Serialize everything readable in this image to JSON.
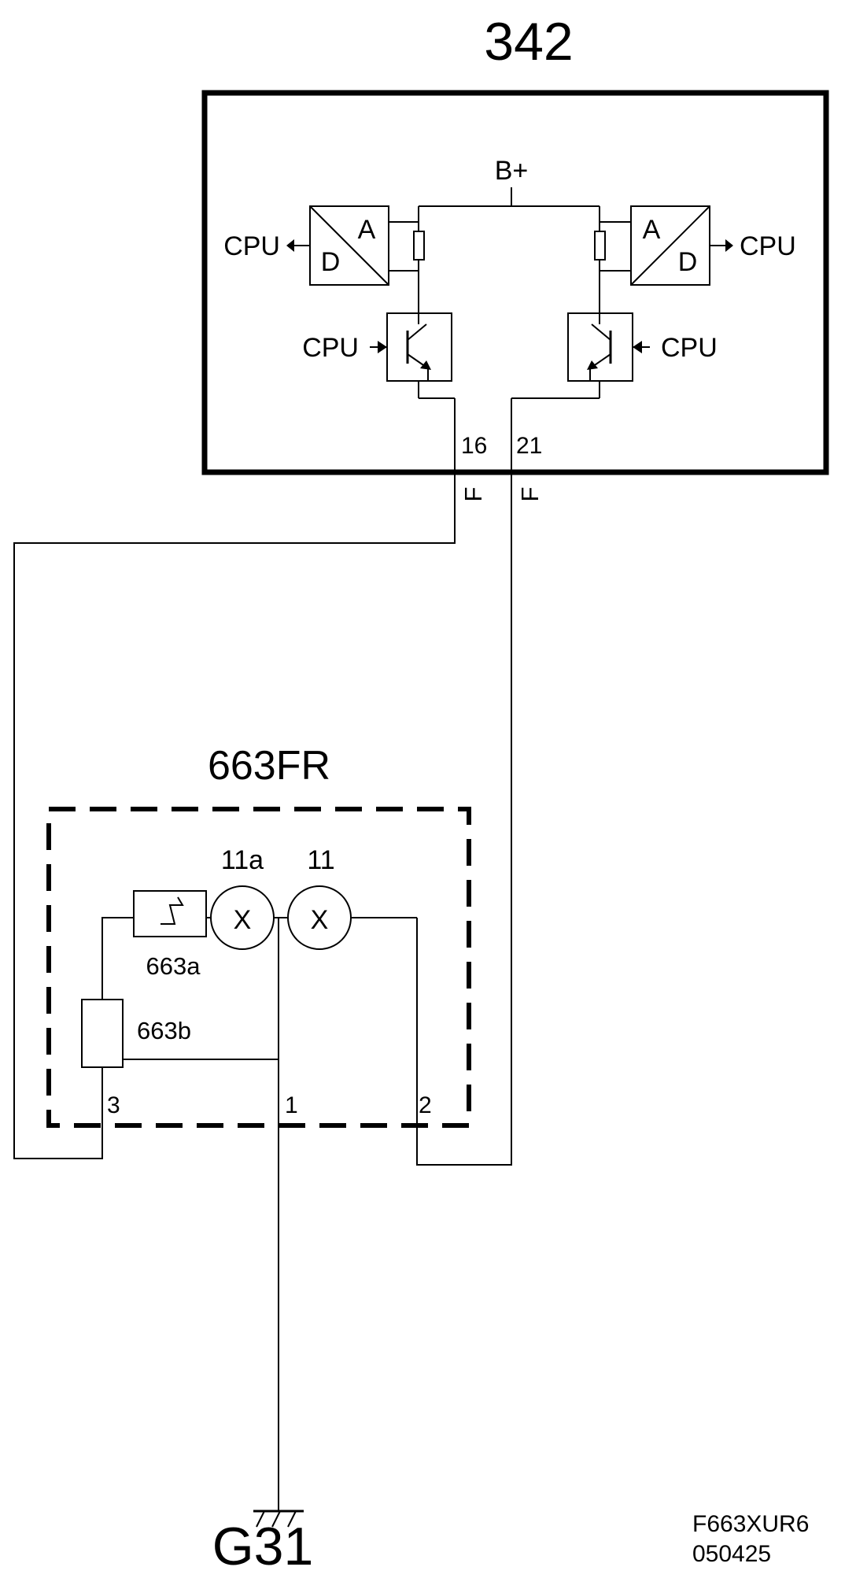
{
  "diagram": {
    "module_342": {
      "title": "342",
      "supply_label": "B+",
      "adc_left": {
        "a": "A",
        "d": "D",
        "output": "CPU"
      },
      "adc_right": {
        "a": "A",
        "d": "D",
        "output": "CPU"
      },
      "driver_left_input": "CPU",
      "driver_right_input": "CPU",
      "pin_left": "16",
      "pin_right": "21",
      "wire_code_left": "F",
      "wire_code_right": "F"
    },
    "module_663fr": {
      "title": "663FR",
      "lamp_11a_label": "11a",
      "lamp_11_label": "11",
      "lamp_symbol": "X",
      "part_663a": "663a",
      "part_663b": "663b",
      "pin_3": "3",
      "pin_1": "1",
      "pin_2": "2"
    },
    "ground_label": "G31",
    "drawing_code": "F663XUR6",
    "drawing_date": "050425"
  }
}
